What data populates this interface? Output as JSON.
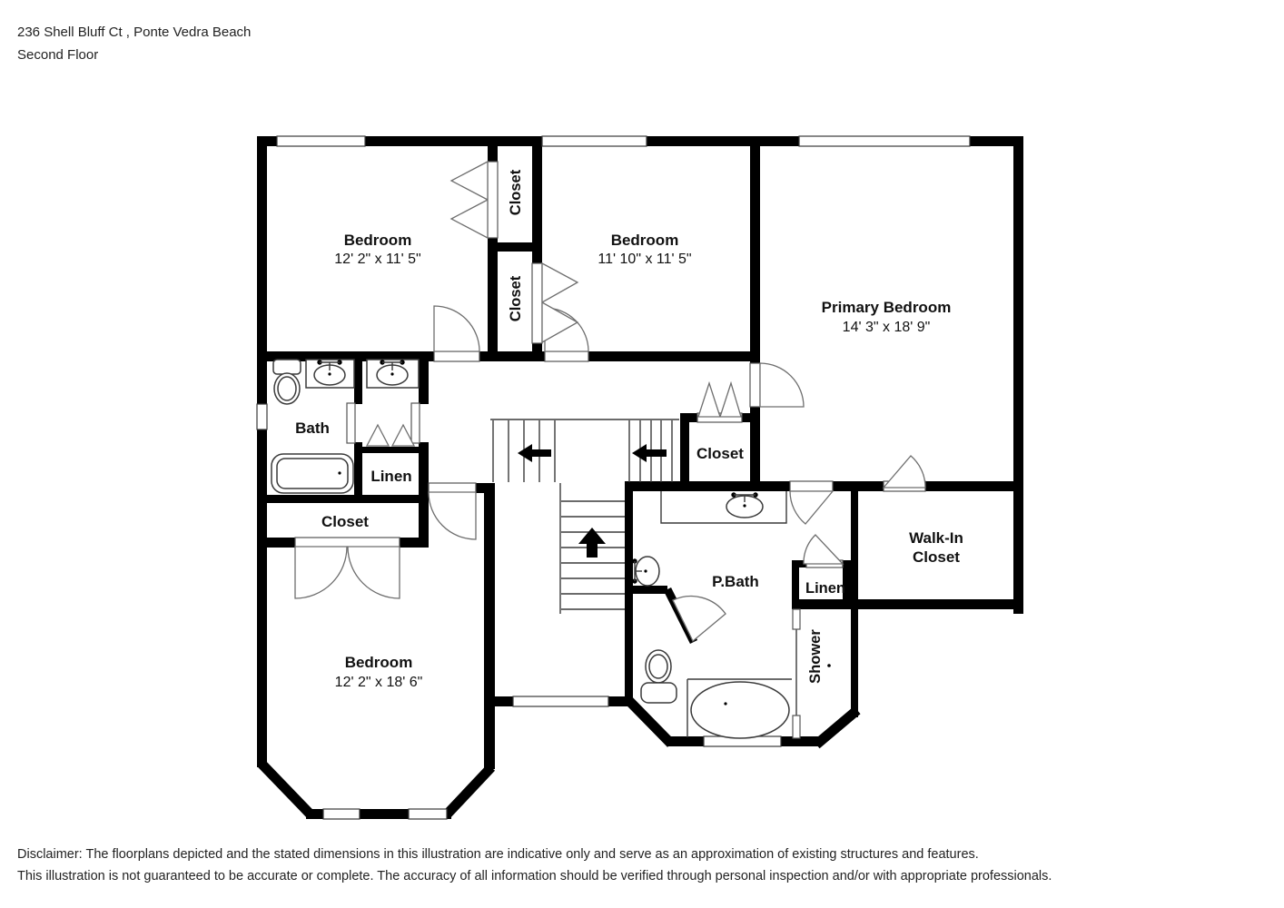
{
  "header": {
    "address": "236 Shell Bluff Ct , Ponte Vedra Beach",
    "floor_label": "Second Floor"
  },
  "rooms": {
    "bedroom_top_left": {
      "name": "Bedroom",
      "dims": "12' 2\" x 11' 5\""
    },
    "bedroom_top_middle": {
      "name": "Bedroom",
      "dims": "11' 10\" x 11' 5\""
    },
    "primary_bedroom": {
      "name": "Primary Bedroom",
      "dims": "14' 3\" x 18' 9\""
    },
    "bedroom_bottom_left": {
      "name": "Bedroom",
      "dims": "12' 2\" x 18' 6\""
    },
    "bath": {
      "name": "Bath"
    },
    "hall_linen": {
      "name": "Linen"
    },
    "hall_closet": {
      "name": "Closet"
    },
    "bedroom1_closet": {
      "name": "Closet"
    },
    "bedroom2_closet": {
      "name": "Closet"
    },
    "hall_middle_closet": {
      "name": "Closet"
    },
    "primary_bath": {
      "name": "P.Bath"
    },
    "primary_linen": {
      "name": "Linen"
    },
    "shower": {
      "name": "Shower"
    },
    "walk_in_closet": {
      "line1": "Walk-In",
      "line2": "Closet"
    }
  },
  "disclaimer": {
    "line1": "Disclaimer: The floorplans depicted and the stated dimensions in this illustration are indicative only and serve as an approximation of existing structures and features.",
    "line2": "This illustration is not guaranteed to be accurate or complete. The accuracy of all information should be verified through personal inspection and/or with appropriate professionals."
  },
  "colors": {
    "wall": "#000000",
    "thin_line": "#3a3a3a",
    "door_arc": "#6e6e6e",
    "text": "#1c1c1c",
    "background": "#ffffff"
  }
}
